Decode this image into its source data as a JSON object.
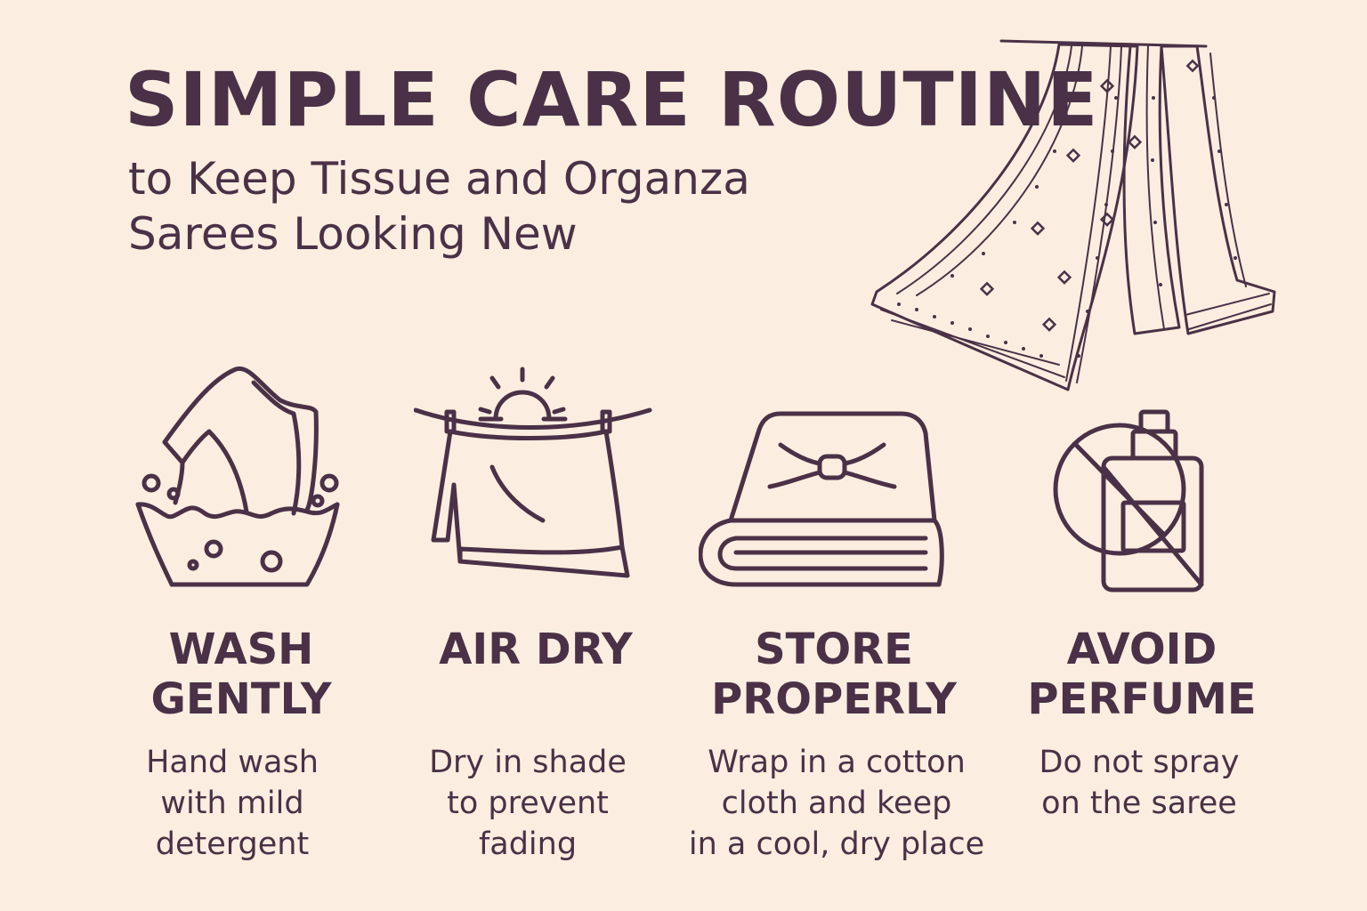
{
  "header": {
    "title": "SIMPLE CARE ROUTINE",
    "subtitle_lines": [
      "to Keep Tissue and Organza",
      "Sarees Looking New"
    ]
  },
  "steps": [
    {
      "icon": "wash-basin-icon",
      "heading_lines": [
        "WASH",
        "GENTLY"
      ],
      "desc_lines": [
        "Hand wash",
        "with mild",
        "detergent"
      ]
    },
    {
      "icon": "clothesline-sun-icon",
      "heading_lines": [
        "AIR DRY"
      ],
      "desc_lines": [
        "Dry in shade",
        "to prevent",
        "fading"
      ]
    },
    {
      "icon": "folded-cloth-icon",
      "heading_lines": [
        "STORE",
        "PROPERLY"
      ],
      "desc_lines": [
        "Wrap in a cotton",
        "cloth and keep",
        "in a cool, dry place"
      ]
    },
    {
      "icon": "no-perfume-icon",
      "heading_lines": [
        "AVOID",
        "PERFUME"
      ],
      "desc_lines": [
        "Do not spray",
        "on the saree"
      ]
    }
  ],
  "colors": {
    "background": "#fbeee0",
    "ink": "#4a3147"
  }
}
